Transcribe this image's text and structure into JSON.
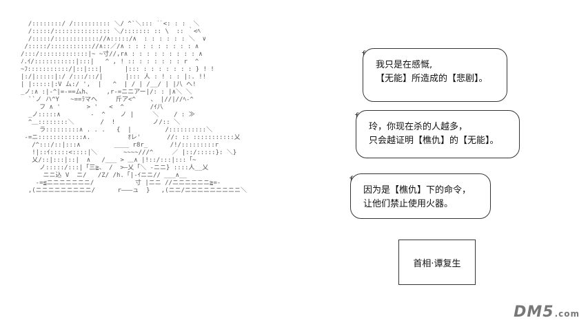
{
  "art": {
    "ascii_lines": [
      "  /::::::::/ /:::::::::: ＼/ ^`＼::: `ﾞ<: : :  ＼",
      "  /:::::/::::::::::::::: ＼/::::::: :: \\  :: ｀<ﾍ",
      "  /:::::/:::::::::::://∧:::::/∧  : : : : : : ＼  ∨",
      " /:::::/::::::::::://∧::／/∧ : : : : : : : : : ∧",
      "/:::/:::::::::::::|~ ~寸//,r∧ : : : : : : : : : ∧",
      "ﾉ.ｲ/:::::::::::|:::|   ^ , ! :: : : : : : : r  ^",
      "~ﾌ:::::::::::/|::|:::|      |::: : : : : : : : } ! !",
      "|:/|:::::|:/ /:::/::/|      |::: 人 : ! : : |:. !!",
      "| |:::::|:V ム:/ ',  |   ^  | / | /__/ | |八 へ!",
      "_ノ:∧ :|-^|=-==ムh、    ,r-=ニニアー|/: : |∧＼ ＼",
      "  ``ノ ハ^Y   ~==ﾗマへ     斤ア<^    、 |//|//ﾍ-^",
      "     フ ∧ '       > '   <  ^       /ｲ八",
      "  _ノ:::::∧        -  ^    ノ |     ＼    / : ≫ ",
      "  ^＿::::::::＼       /  !          ノ/:: ＼  ",
      "     ラ:::::::::∧ . . .   {  |         /::::::::::＼   ",
      " -=ニ::::::::::::∧.          ｵレ'       //: :: :::::::::::乂",
      "   /^:::/::|:::∧         ____ r8r_      /!/:::::::::r  ",
      "   !|::ｲ:::::<::::|＼       ~~~~///^     ／ |::/:::::}: ＼}",
      "   乂/::|:::|::|  ∧   /___ > ＿∧ |!::/:::|:::「~",
      "     ノ:::::/:::|「三≧、 /  >―乂「＼ -ニニ} ::::人__乂",
      "      ニニ込 V  ニ/   /Z/ /h.「|-ｲニニ// ___∧__",
      "    -=≦ニニニニニニニ/           寸 |ニニ //ニニニニニニ≧=-",
      "  ,(ニニニニニニニニニ/      r―――ュ  }   ,(ニニ/ニニニニニニニニニ＼"
    ]
  },
  "bubbles": [
    {
      "lines": [
        "我只是在感慨,",
        "【无能】所造成的【悲剧】。"
      ]
    },
    {
      "lines": [
        "玲，你现在杀的人越多，",
        "只会越证明【樵仇】的【无能】。"
      ]
    },
    {
      "lines": [
        "因为是【樵仇】下的命令，",
        "让他们禁止使用火器。"
      ]
    }
  ],
  "tails": [
    "f",
    "f",
    "f"
  ],
  "name_card": {
    "label": "首相·谭复生"
  },
  "watermark": {
    "main": "DM5",
    "suffix": ".com"
  }
}
